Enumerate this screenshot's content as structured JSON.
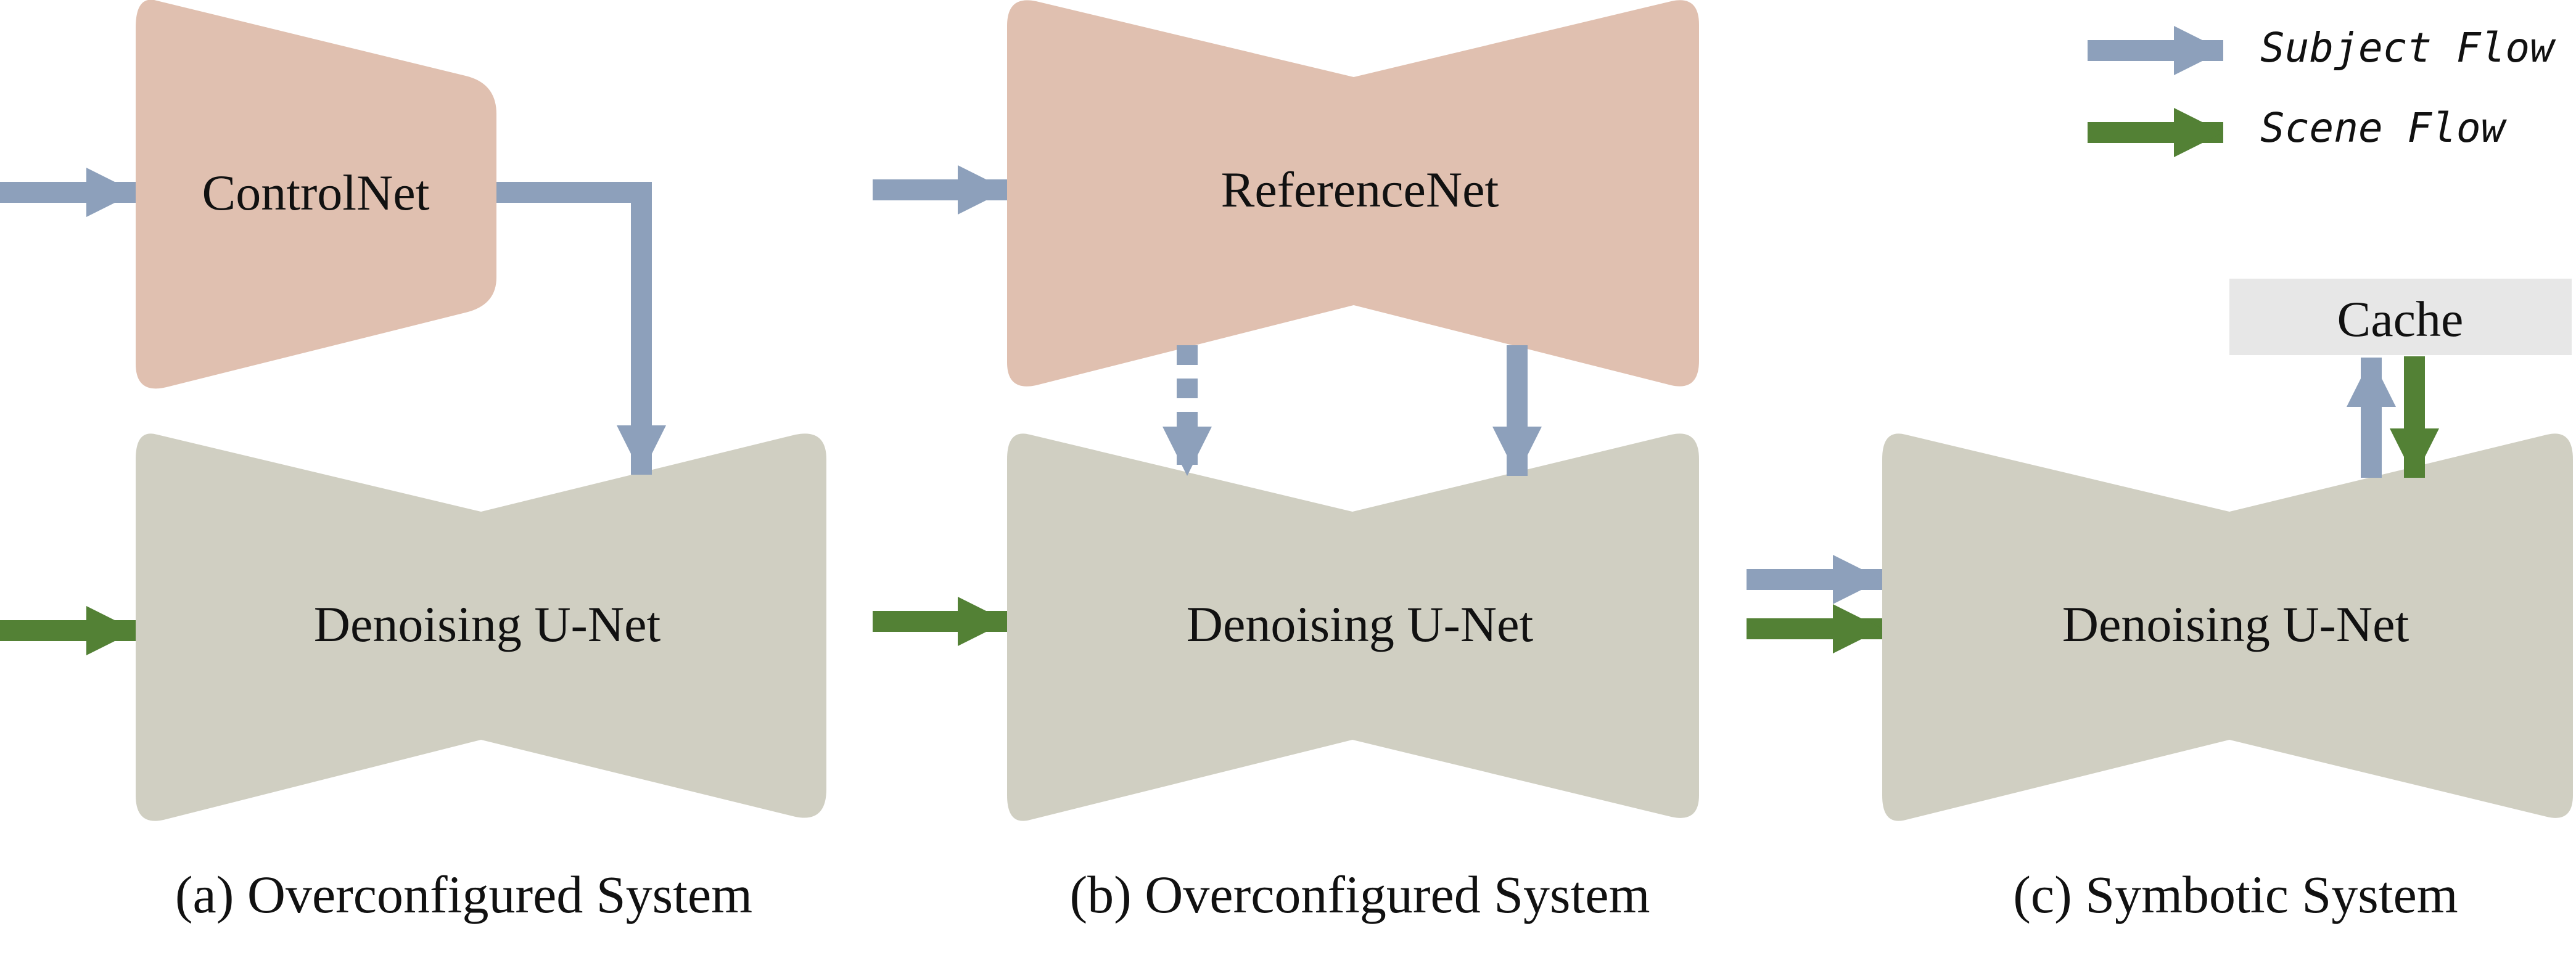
{
  "colors": {
    "subject_flow": "#8da0bb",
    "scene_flow": "#538135",
    "encoder_fill": "#e0c0b0",
    "unet_fill": "#d0cfc2",
    "cache_fill": "#e7e7e7"
  },
  "legend": {
    "subject_flow": "Subject Flow",
    "scene_flow": "Scene Flow"
  },
  "panel_a": {
    "encoder_label": "ControlNet",
    "unet_label": "Denoising U-Net",
    "caption": "(a) Overconfigured System"
  },
  "panel_b": {
    "encoder_label": "ReferenceNet",
    "unet_label": "Denoising U-Net",
    "caption": "(b) Overconfigured System"
  },
  "panel_c": {
    "cache_label": "Cache",
    "unet_label": "Denoising U-Net",
    "caption": "(c) Symbotic System"
  }
}
